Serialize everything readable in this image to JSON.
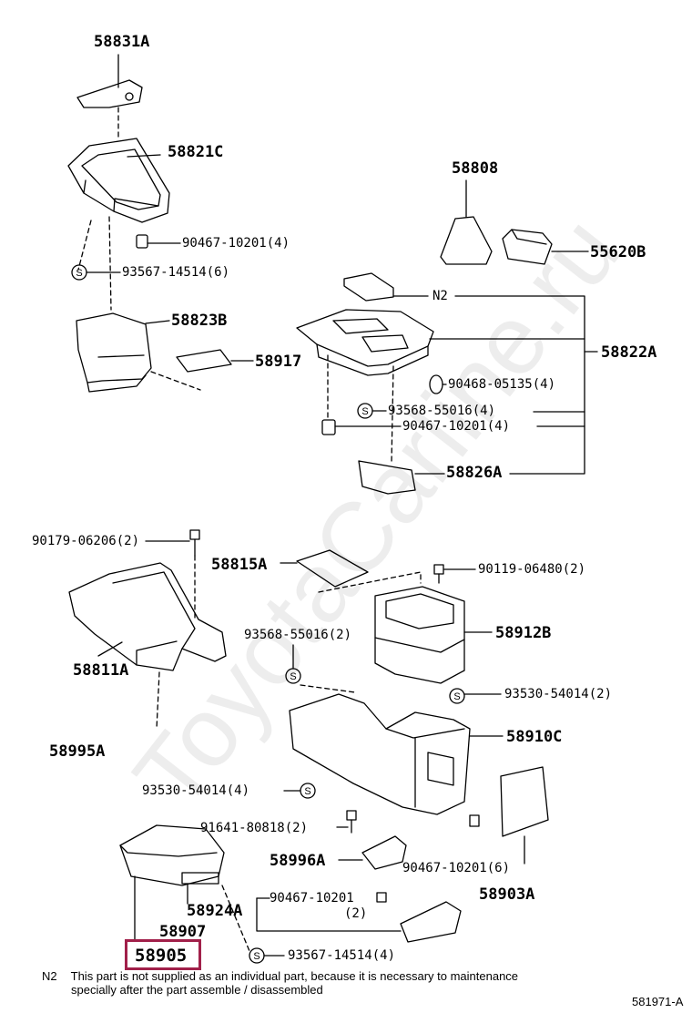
{
  "watermark": "ToyotaCarline.ru",
  "labels": {
    "p58831A": "58831A",
    "p58821C": "58821C",
    "p90467_10201_4_a": "90467-10201(4)",
    "p93567_14514_6": "93567-14514(6)",
    "p58823B": "58823B",
    "p58917": "58917",
    "p58808": "58808",
    "p55620B": "55620B",
    "pN2": "N2",
    "p58822A": "58822A",
    "p90468_05135_4": "90468-05135(4)",
    "p93568_55016_4": "93568-55016(4)",
    "p90467_10201_4_b": "90467-10201(4)",
    "p58826A": "58826A",
    "p90179_06206_2": "90179-06206(2)",
    "p58815A": "58815A",
    "p90119_06480_2": "90119-06480(2)",
    "p93568_55016_2": "93568-55016(2)",
    "p58912B": "58912B",
    "p58811A": "58811A",
    "p93530_54014_2": "93530-54014(2)",
    "p58995A": "58995A",
    "p58910C": "58910C",
    "p93530_54014_4": "93530-54014(4)",
    "p91641_80818_2": "91641-80818(2)",
    "p58996A": "58996A",
    "p90467_10201_6": "90467-10201(6)",
    "p58903A": "58903A",
    "p90467_10201_2": "90467-10201",
    "p90467_10201_2_qty": "(2)",
    "p58924A": "58924A",
    "p58907": "58907",
    "p58905": "58905",
    "p93567_14514_4": "93567-14514(4)",
    "s": "S"
  },
  "note": {
    "mark": "N2",
    "line1": "This part is not supplied as an individual part, because it is necessary to maintenance",
    "line2": "specially after the part assemble / disassembled"
  },
  "footer": "581971-A",
  "colors": {
    "highlight": "#a1204a",
    "ink": "#000000"
  }
}
